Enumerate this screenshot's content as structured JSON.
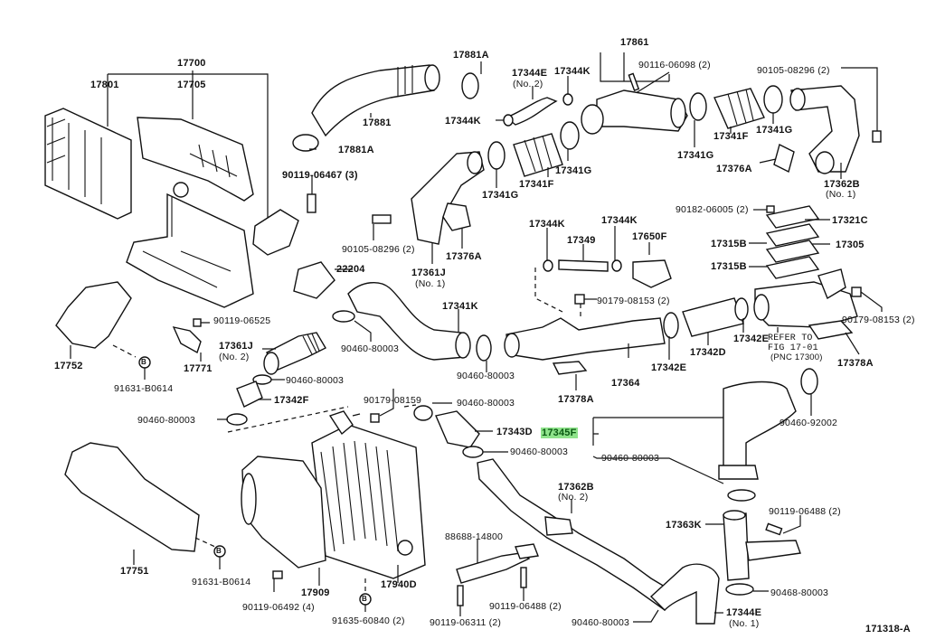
{
  "diagram": {
    "figure_code": "171318-A",
    "highlight_color": "#8fe38b",
    "highlighted_part": "17345F",
    "labels": {
      "p17700": "17700",
      "p17705": "17705",
      "p17801": "17801",
      "p17881": "17881",
      "p17881A_top": "17881A",
      "p17881A_bottom": "17881A",
      "b90119_06467": "90119-06467 (3)",
      "p17344E_no2": "17344E",
      "p17344E_no2_sub": "(No. 2)",
      "p17344K_a": "17344K",
      "p17344K_b": "17344K",
      "p17861": "17861",
      "b90116_06098": "90116-06098 (2)",
      "b90105_08296_top": "90105-08296 (2)",
      "p17341G_a": "17341G",
      "p17341F_a": "17341F",
      "p17341G_b": "17341G",
      "p17341G_c": "17341G",
      "p17341F_b": "17341F",
      "p17341G_d": "17341G",
      "p17376A_right": "17376A",
      "p17362B_no1": "17362B",
      "p17362B_no1_sub": "(No. 1)",
      "b90105_08296_mid": "90105-08296 (2)",
      "p17361J_no1": "17361J",
      "p17361J_no1_sub": "(No. 1)",
      "p17376A_mid": "17376A",
      "p17344K_c": "17344K",
      "p17344K_d": "17344K",
      "p17349": "17349",
      "p17650F": "17650F",
      "b90182_06005": "90182-06005 (2)",
      "p17321C": "17321C",
      "p17315B_a": "17315B",
      "p17305": "17305",
      "p17315B_b": "17315B",
      "p22204": "22204",
      "b90179_08153_mid": "90179-08153 (2)",
      "b90179_08153_right": "90179-08153 (2)",
      "p17341K": "17341K",
      "b90119_06525": "90119-06525",
      "p17752": "17752",
      "p17771": "17771",
      "p17361J_no2": "17361J",
      "p17361J_no2_sub": "(No. 2)",
      "c90460_80003_a": "90460-80003",
      "c90460_80003_b": "90460-80003",
      "c90460_80003_c": "90460-80003",
      "c90460_80003_d": "90460-80003",
      "c90460_80003_e": "90460-80003",
      "c90460_80003_f": "90460-80003",
      "c90460_80003_g": "90460-80003",
      "c90460_80003_h": "90460-80003",
      "c90468_80003": "90468-80003",
      "p17342F": "17342F",
      "b91631_B0614_a": "91631-B0614",
      "b91631_B0614_b": "91631-B0614",
      "p17342E_a": "17342E",
      "p17342D": "17342D",
      "p17342E_b": "17342E",
      "p17364": "17364",
      "p17378A_mid": "17378A",
      "p17378A_right": "17378A",
      "refer_line1": "REFER TO",
      "refer_line2": "FIG 17-01",
      "refer_line3": "(PNC 17300)",
      "b90179_08159": "90179-08159",
      "p17343D": "17343D",
      "p17345F": "17345F",
      "c90460_92002": "90460-92002",
      "p17362B_no2": "17362B",
      "p17362B_no2_sub": "(No. 2)",
      "p17363K": "17363K",
      "b90119_06488_right": "90119-06488 (2)",
      "b88688_14800": "88688-14800",
      "b90119_06488_mid": "90119-06488 (2)",
      "b90119_06311": "90119-06311 (2)",
      "p17751": "17751",
      "p17909": "17909",
      "p17940D": "17940D",
      "b90119_06492": "90119-06492 (4)",
      "b91635_60840": "91635-60840 (2)",
      "p17344E_no1": "17344E",
      "p17344E_no1_sub": "(No. 1)",
      "marker_b": "B"
    }
  }
}
